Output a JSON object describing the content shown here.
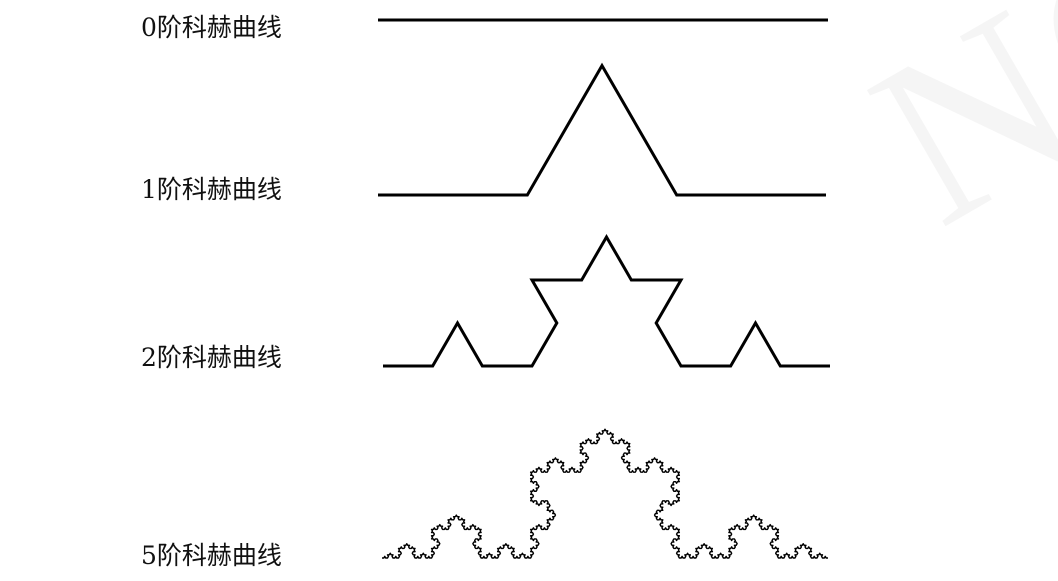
{
  "rows": [
    {
      "order": 0,
      "label": "0阶科赫曲线"
    },
    {
      "order": 1,
      "label": "1阶科赫曲线"
    },
    {
      "order": 2,
      "label": "2阶科赫曲线"
    },
    {
      "order": 5,
      "label": "5阶科赫曲线"
    }
  ],
  "watermark_text": "NC",
  "colors": {
    "stroke": "#000000",
    "text": "#111111"
  }
}
